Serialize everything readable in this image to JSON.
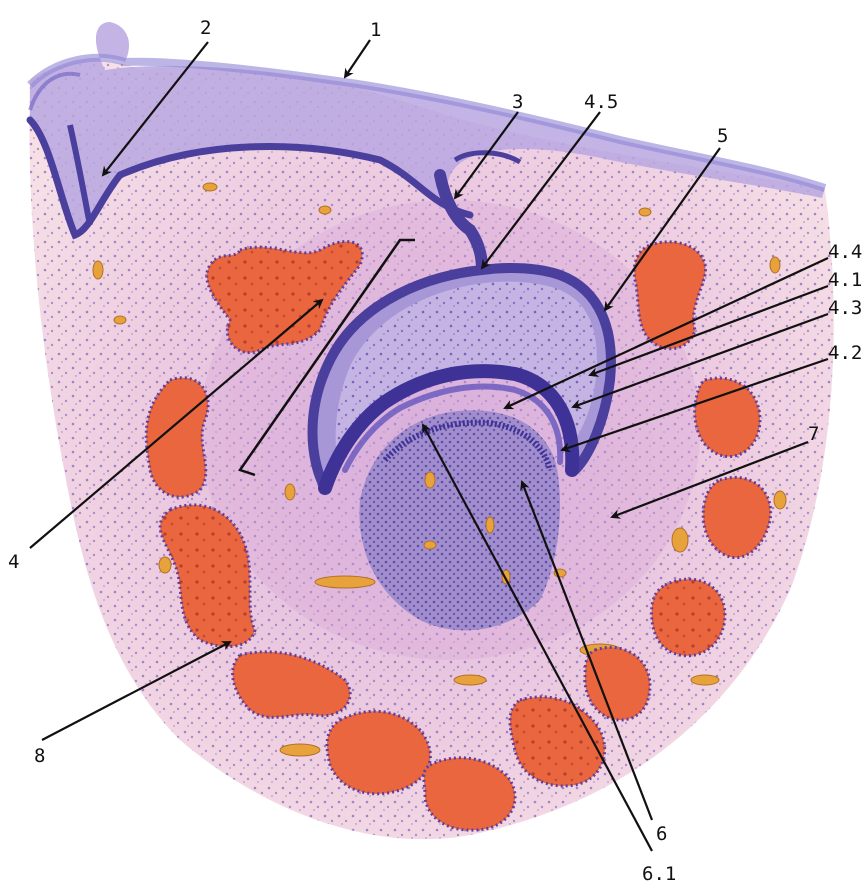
{
  "figure": {
    "labels": {
      "l1": "1",
      "l2": "2",
      "l3": "3",
      "l4_5": "4.5",
      "l5": "5",
      "l4_4": "4.4",
      "l4_1": "4.1",
      "l4_3": "4.3",
      "l4_2": "4.2",
      "l7": "7",
      "l4": "4",
      "l8": "8",
      "l6_1": "6.1",
      "l6": "6"
    },
    "colors": {
      "epithelium": "#5b4fb8",
      "epithelium_light": "#8f86d6",
      "mesenchyme": "#e7c3dc",
      "mesenchyme_dark": "#cfa0cf",
      "bone": "#e9663e",
      "bone_light": "#f2895a",
      "papilla": "#9b8acb",
      "vessel": "#e8a23c",
      "arrow": "#111111"
    }
  }
}
